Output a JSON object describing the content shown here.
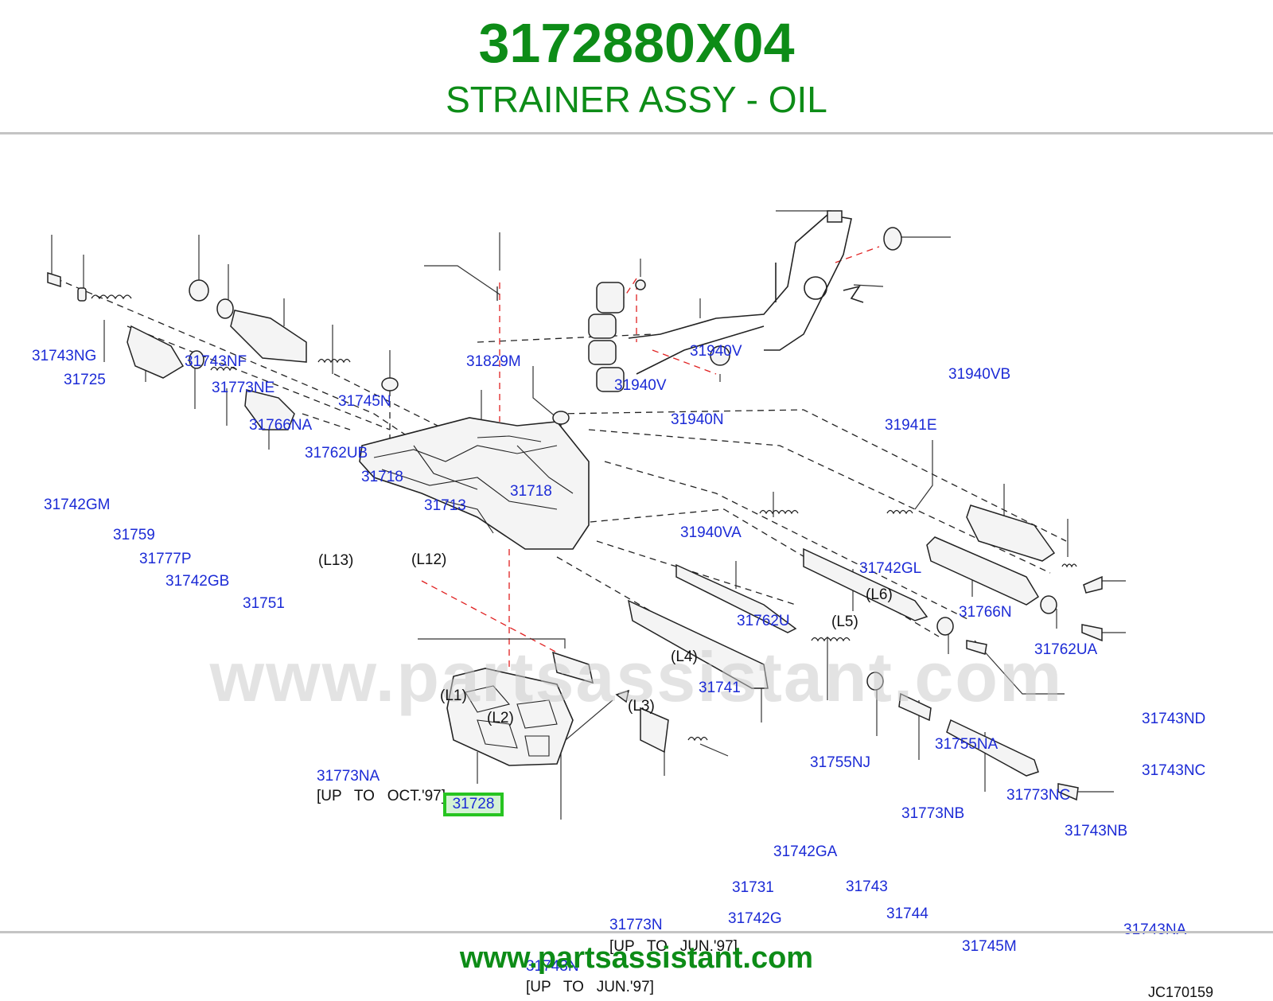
{
  "header": {
    "part_number": "3172880X04",
    "part_description": "STRAINER ASSY - OIL"
  },
  "watermark": "www.partsassistant.com",
  "diagram": {
    "code": "JC170159",
    "highlighted_part": "31728",
    "labels": [
      "31743NG",
      "31725",
      "31743NF",
      "31773NE",
      "31766NA",
      "31742GM",
      "31759",
      "31762UB",
      "31777P",
      "31742GB",
      "31751",
      "31745N",
      "31829M",
      "31718",
      "31713",
      "31718",
      "31940V",
      "31940V",
      "31940N",
      "31940VB",
      "31941E",
      "31940VA",
      "31742GL",
      "31766N",
      "31762U",
      "31762UA",
      "31741",
      "31743ND",
      "31755NA",
      "31755NJ",
      "31743NC",
      "31773NC",
      "31773NB",
      "31743NB",
      "31773NA",
      "31742GA",
      "31731",
      "31743",
      "31744",
      "31742G",
      "31773N",
      "31745M",
      "31743NA",
      "31743N"
    ],
    "lines": [
      "(L13)",
      "(L12)",
      "(L6)",
      "(L5)",
      "(L4)",
      "(L1)",
      "(L2)",
      "(L3)"
    ],
    "notes": [
      "[UP   TO   OCT.'97]",
      "[UP   TO   JUN.'97]",
      "[UP   TO   JUN.'97]"
    ]
  },
  "footer": {
    "url": "www.partsassistant.com"
  },
  "colors": {
    "brand_green": "#0d8c17",
    "label_blue": "#1c2bd6",
    "highlight_border": "#27c421",
    "leader_red": "#e02020"
  }
}
